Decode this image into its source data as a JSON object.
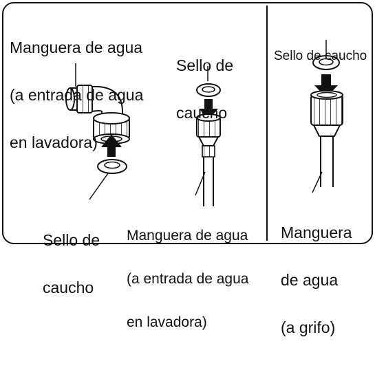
{
  "diagram": {
    "panel_left": {
      "label_top_left": [
        "Manguera de agua",
        "(a entrada de agua",
        "en lavadora)"
      ],
      "label_top_center": [
        "Sello de",
        "caucho"
      ],
      "label_bottom_left": [
        "Sello de",
        "caucho"
      ],
      "label_bottom_center": [
        "Manguera de agua",
        "(a entrada de agua",
        "en lavadora)"
      ]
    },
    "panel_right": {
      "label_top": "Sello de caucho",
      "label_bottom": [
        "Manguera",
        "de agua",
        "(a grifo)"
      ]
    }
  }
}
